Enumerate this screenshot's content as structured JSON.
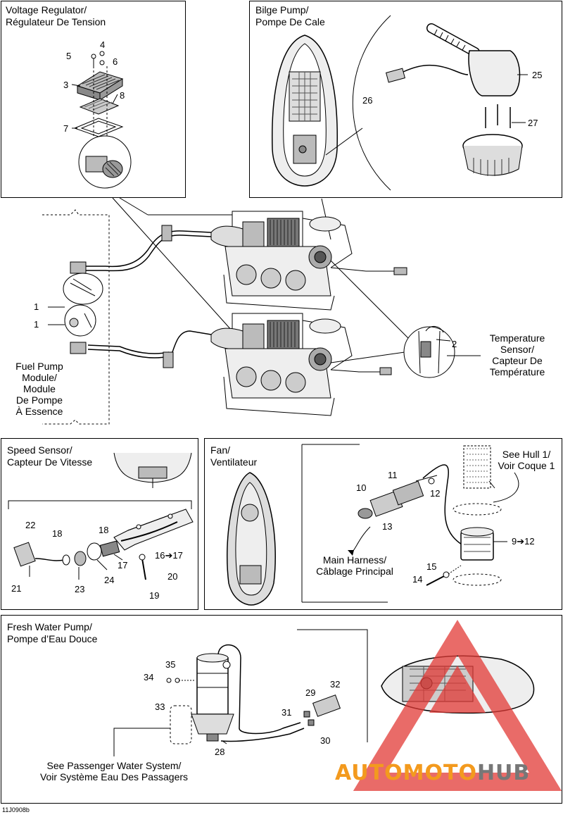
{
  "panels": {
    "voltage_regulator": {
      "title": "Voltage Regulator/\nRégulateur De Tension",
      "parts": [
        "5",
        "4",
        "6",
        "3",
        "8",
        "7"
      ]
    },
    "bilge_pump": {
      "title": "Bilge Pump/\nPompe De Cale",
      "parts": [
        "25",
        "26",
        "27"
      ]
    },
    "speed_sensor": {
      "title": "Speed Sensor/\nCapteur De Vitesse",
      "parts": [
        "22",
        "18",
        "18",
        "16➔17",
        "17",
        "21",
        "23",
        "24",
        "20",
        "19"
      ]
    },
    "fan": {
      "title": "Fan/\nVentilateur",
      "parts": [
        "11",
        "10",
        "12",
        "13",
        "9➔12",
        "15",
        "14"
      ],
      "see_hull": "See Hull 1/\nVoir Coque 1",
      "main_harness": "Main Harness/\nCâblage Principal"
    },
    "fresh_water_pump": {
      "title": "Fresh Water Pump/\nPompe d’Eau Douce",
      "parts": [
        "35",
        "34",
        "33",
        "32",
        "29",
        "31",
        "30",
        "28"
      ],
      "see_passenger": "See Passenger Water System/\nVoir Système Eau Des Passagers"
    }
  },
  "center": {
    "fuel_pump_label": "Fuel Pump\nModule/\nModule\nDe Pompe\nÀ Essence",
    "temp_sensor_label": "Temperature\nSensor/\nCapteur De\nTempérature",
    "parts": [
      "1",
      "1",
      "2"
    ]
  },
  "watermark": {
    "text_a": "AUTO",
    "text_b": "MOTO",
    "text_c": "HUB",
    "color_red": "#e23a36",
    "color_orange": "#f39a1e",
    "color_gray": "#777777"
  },
  "drawing_code": "11J0908b"
}
